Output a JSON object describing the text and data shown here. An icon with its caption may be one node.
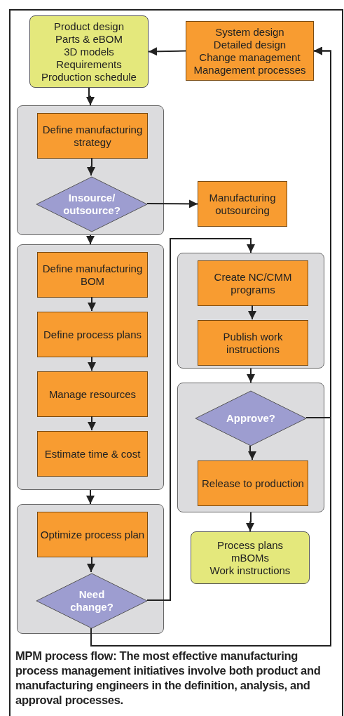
{
  "diagram": {
    "caption": "MPM process flow: The most effective manufacturing process management initiatives involve both product and manufacturing engineers in the definition, analysis, and approval processes.",
    "nodes": [
      {
        "text": [
          "Product design",
          "Parts & eBOM",
          "3D models",
          "Requirements",
          "Production schedule"
        ]
      },
      {
        "text": [
          "System design",
          "Detailed design",
          "Change management",
          "Management processes"
        ]
      },
      {
        "text": [],
        "shape": "box"
      },
      {
        "text": [
          "Define manufacturing strategy"
        ],
        "in": 2
      },
      {
        "text": [
          "Insource/ outsource?"
        ],
        "in": 2
      },
      {
        "text": [
          "Manufacturing outsourcing"
        ]
      },
      {
        "text": [],
        "shape": "box"
      },
      {
        "text": [
          "Define manufacturing BOM"
        ],
        "in": 6
      },
      {
        "text": [
          "Define process plans"
        ],
        "in": 6
      },
      {
        "text": [
          "Manage resources"
        ],
        "in": 6
      },
      {
        "text": [
          "Estimate time & cost"
        ],
        "in": 6
      },
      {
        "text": [],
        "shape": "box"
      },
      {
        "text": [
          "Optimize process plan"
        ],
        "in": 11
      },
      {
        "text": [
          "Need change?"
        ],
        "in": 11
      },
      {
        "text": [],
        "shape": "box"
      },
      {
        "text": [
          "Create NC/CMM programs"
        ],
        "in": 14
      },
      {
        "text": [
          "Publish work instructions"
        ],
        "in": 14
      },
      {
        "text": [],
        "shape": "box"
      },
      {
        "text": [
          "Approve?"
        ],
        "in": 17
      },
      {
        "text": [
          "Release to production"
        ],
        "in": 17
      },
      {
        "text": [
          "Process plans",
          "mBOMs",
          "Work instructions"
        ]
      }
    ],
    "edges": [
      {
        "from": 1,
        "to": 0,
        "arrow": "to"
      },
      {
        "from": 0,
        "to": 2,
        "arrow": "to"
      },
      {
        "from": 3,
        "to": 4,
        "arrow": "to"
      },
      {
        "from": 4,
        "to": 5,
        "arrow": "to"
      },
      {
        "from": 2,
        "to": 6,
        "arrow": "to"
      },
      {
        "from": 7,
        "to": 8,
        "arrow": "to"
      },
      {
        "from": 8,
        "to": 9,
        "arrow": "to"
      },
      {
        "from": 9,
        "to": 10,
        "arrow": "to"
      },
      {
        "from": 6,
        "to": 11,
        "arrow": "to"
      },
      {
        "from": 12,
        "to": 13,
        "arrow": "to"
      },
      {
        "from": 13,
        "to": 14,
        "arrow": "to"
      },
      {
        "from": 15,
        "to": 16,
        "arrow": "to"
      },
      {
        "from": 14,
        "to": 17,
        "arrow": "to"
      },
      {
        "from": 18,
        "to": 19,
        "arrow": "to"
      },
      {
        "from": 17,
        "to": 20,
        "arrow": "to"
      },
      {
        "from": 18,
        "to": 1,
        "arrow": "to"
      },
      {
        "from": 13,
        "to": 1,
        "arrow": "to"
      }
    ]
  }
}
